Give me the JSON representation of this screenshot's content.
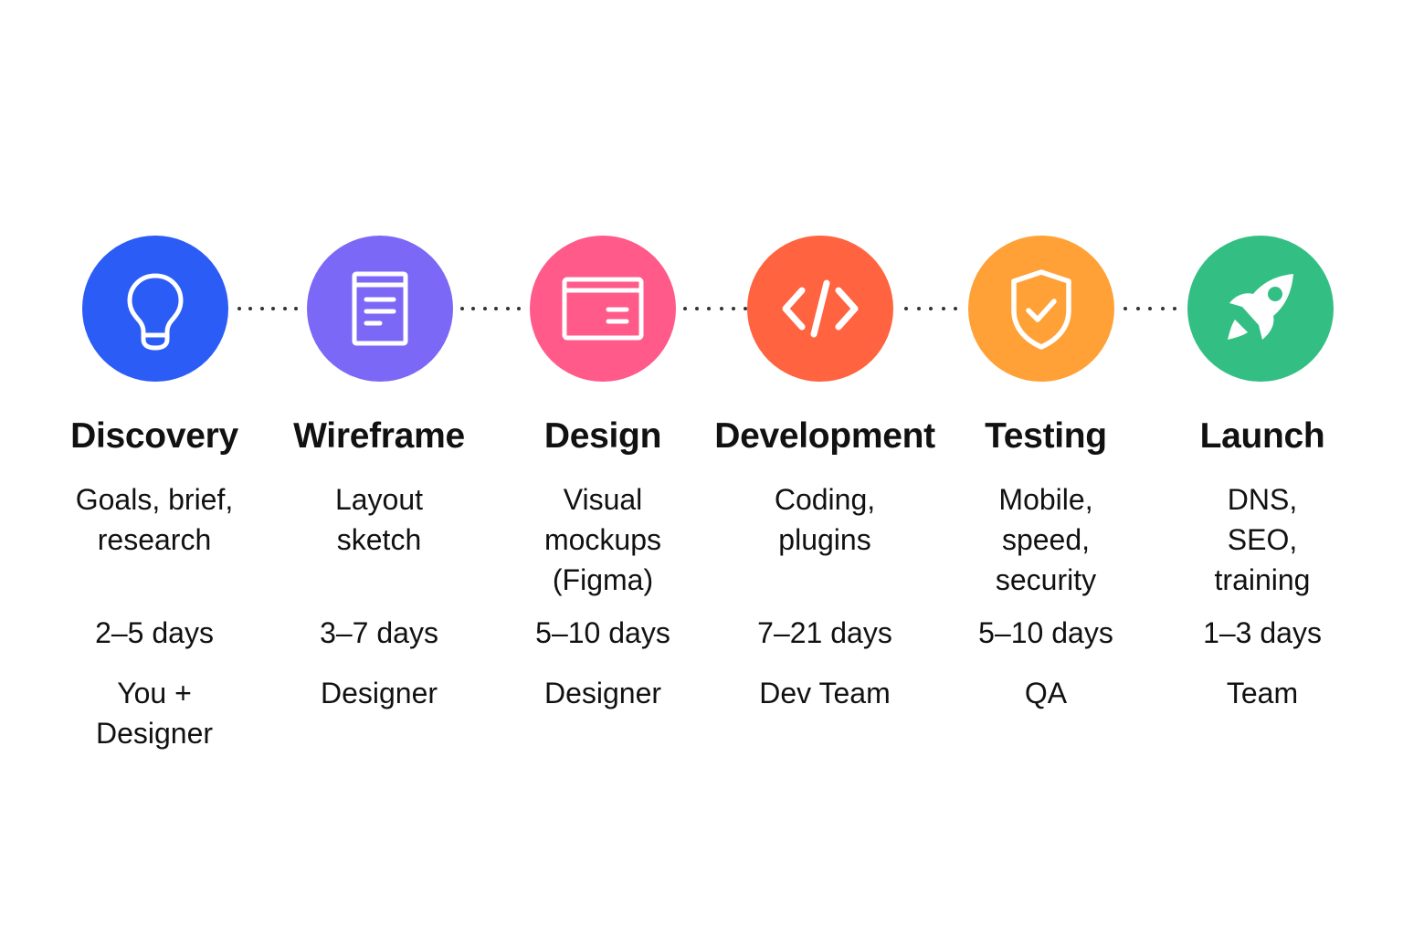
{
  "steps": [
    {
      "title": "Discovery",
      "description": "Goals, brief,\nresearch",
      "duration": "2–5 days",
      "owner": "You +\nDesigner",
      "color": "#2B5CF6",
      "icon": "lightbulb-icon"
    },
    {
      "title": "Wireframe",
      "description": "Layout\nsketch",
      "duration": "3–7 days",
      "owner": "Designer",
      "color": "#7B68F6",
      "icon": "wireframe-document-icon"
    },
    {
      "title": "Design",
      "description": "Visual\nmockups\n(Figma)",
      "duration": "5–10 days",
      "owner": "Designer",
      "color": "#FF5A8A",
      "icon": "browser-window-icon"
    },
    {
      "title": "Development",
      "description": "Coding,\nplugins",
      "duration": "7–21 days",
      "owner": "Dev Team",
      "color": "#FF6340",
      "icon": "code-icon"
    },
    {
      "title": "Testing",
      "description": "Mobile,\nspeed,\nsecurity",
      "duration": "5–10 days",
      "owner": "QA",
      "color": "#FFA137",
      "icon": "shield-check-icon"
    },
    {
      "title": "Launch",
      "description": "DNS,\nSEO,\ntraining",
      "duration": "1–3 days",
      "owner": "Team",
      "color": "#33BF84",
      "icon": "rocket-icon"
    }
  ],
  "connector": {
    "style": "dotted",
    "color": "#333333"
  }
}
